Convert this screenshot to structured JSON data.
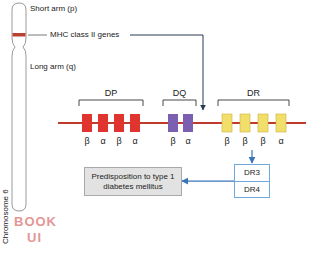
{
  "diagram": {
    "nodes": [
      {
        "text": [
          "Predisposition to type 1 diabetes mellitus"
        ]
      },
      {
        "text": [
          "DR3"
        ]
      },
      {
        "text": [
          "DR4"
        ]
      }
    ],
    "edges": [
      {
        "from": 1,
        "to": 0,
        "arrow": "to"
      }
    ],
    "labels": [
      "Short arm (p)",
      "MHC class II genes",
      "Long arm (q)",
      "Chromosome 6",
      "DP",
      "DQ",
      "DR",
      "β",
      "α",
      "β",
      "α",
      "β",
      "α",
      "β",
      "β",
      "β",
      "α",
      "BOOK",
      "UI"
    ]
  }
}
